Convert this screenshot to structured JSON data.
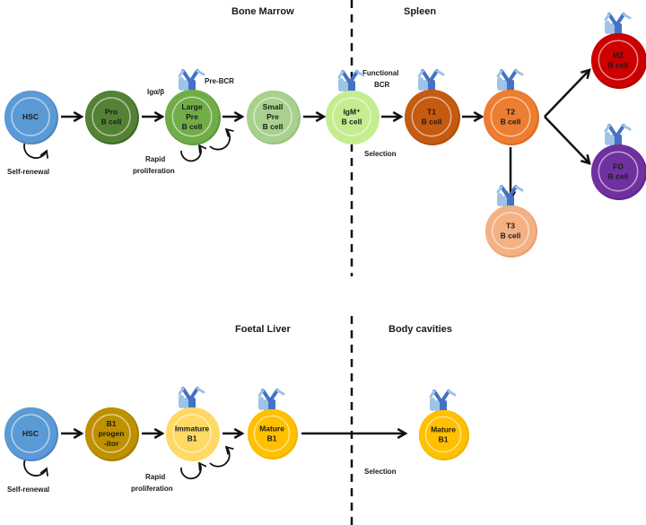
{
  "diagram": {
    "title": "B cell development pathways",
    "regions": {
      "bone_marrow": "Bone Marrow",
      "spleen": "Spleen",
      "foetal_liver": "Foetal Liver",
      "body_cavities": "Body cavities"
    },
    "top_row": {
      "cells": [
        {
          "id": "hsc",
          "lines": [
            "HSC"
          ],
          "color": "#5b9bd5",
          "ring": "#4a87c2",
          "has_receptor": false
        },
        {
          "id": "pro-b",
          "lines": [
            "Pro",
            "B cell"
          ],
          "color": "#548235",
          "ring": "#3f6b26",
          "has_receptor": false
        },
        {
          "id": "large-pre-b",
          "lines": [
            "Large",
            "Pre",
            "B cell"
          ],
          "color": "#70ad47",
          "ring": "#5e9a39",
          "has_receptor": true
        },
        {
          "id": "small-pre-b",
          "lines": [
            "Small",
            "Pre",
            "B cell"
          ],
          "color": "#a9d18e",
          "ring": "#98c27b",
          "has_receptor": false
        },
        {
          "id": "igm-b",
          "lines": [
            "IgM⁺",
            "B cell"
          ],
          "color": "#c5ed8f",
          "ring": "#c5ed8f",
          "has_receptor": true
        },
        {
          "id": "t1-b",
          "lines": [
            "T1",
            "B cell"
          ],
          "color": "#c55a11",
          "ring": "#b04e0d",
          "has_receptor": true
        },
        {
          "id": "t2-b",
          "lines": [
            "T2",
            "B cell"
          ],
          "color": "#ed7d31",
          "ring": "#d96d24",
          "has_receptor": true
        },
        {
          "id": "mz-b",
          "lines": [
            "MZ",
            "B cell"
          ],
          "color": "#cc0000",
          "ring": "#b30000",
          "has_receptor": true
        },
        {
          "id": "fo-b",
          "lines": [
            "FO",
            "B cell"
          ],
          "color": "#7030a0",
          "ring": "#5f258c",
          "has_receptor": true
        },
        {
          "id": "t3-b",
          "lines": [
            "T3",
            "B cell"
          ],
          "color": "#f4b183",
          "ring": "#e8a070",
          "has_receptor": true
        }
      ],
      "annotations": {
        "self_renewal": "Self-renewal",
        "ig_alpha_beta": "Igα/β",
        "pre_bcr": "Pre-BCR",
        "rapid": "Rapid",
        "proliferation": "proliferation",
        "functional": "Functional",
        "bcr": "BCR",
        "selection": "Selection"
      }
    },
    "bottom_row": {
      "cells": [
        {
          "id": "hsc-2",
          "lines": [
            "HSC"
          ],
          "color": "#5b9bd5",
          "ring": "#4a87c2",
          "has_receptor": false
        },
        {
          "id": "b1-progenitor",
          "lines": [
            "B1",
            "progen",
            "-itor"
          ],
          "color": "#bf9000",
          "ring": "#a67d00",
          "has_receptor": false
        },
        {
          "id": "immature-b1",
          "lines": [
            "Immature",
            "B1"
          ],
          "color": "#ffd966",
          "ring": "#ffd966",
          "has_receptor": true
        },
        {
          "id": "mature-b1",
          "lines": [
            "Mature",
            "B1"
          ],
          "color": "#ffc000",
          "ring": "#f0b400",
          "has_receptor": true
        },
        {
          "id": "mature-b1-cavity",
          "lines": [
            "Mature",
            "B1"
          ],
          "color": "#ffc000",
          "ring": "#f0b400",
          "has_receptor": true
        }
      ],
      "annotations": {
        "self_renewal": "Self-renewal",
        "rapid": "Rapid",
        "proliferation": "proliferation",
        "selection": "Selection"
      }
    },
    "colors": {
      "arrow": "#111111",
      "divider": "#111111",
      "receptor_dark": "#4472c4",
      "receptor_light": "#9dc3e6"
    }
  }
}
